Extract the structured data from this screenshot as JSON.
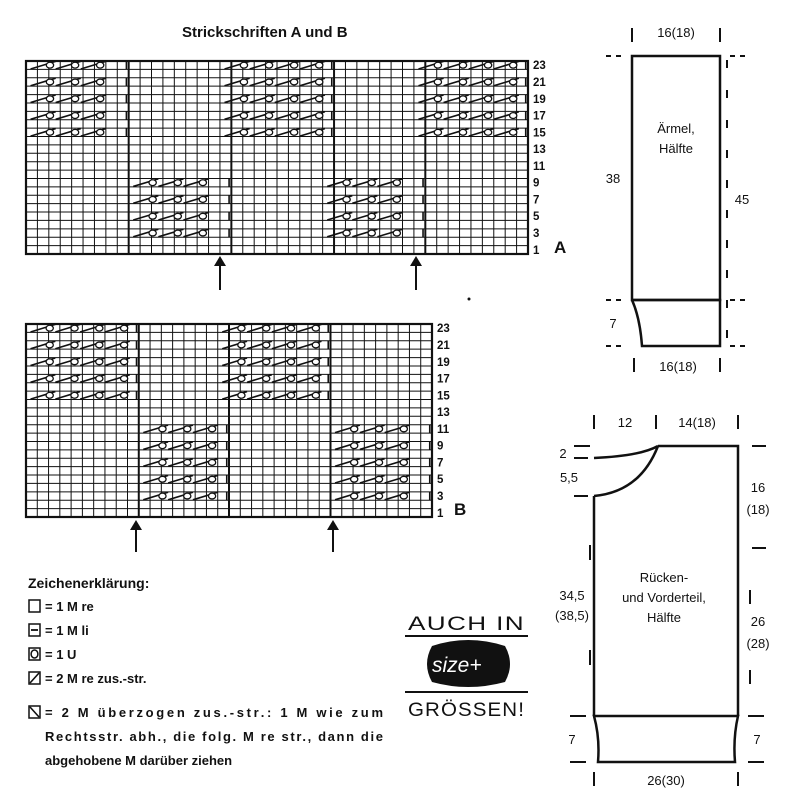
{
  "title": "Strickschriften A und B",
  "chart_a": {
    "label": "A",
    "row_numbers": [
      "23",
      "21",
      "19",
      "17",
      "15",
      "13",
      "11",
      "9",
      "7",
      "5",
      "3",
      "1"
    ]
  },
  "chart_b": {
    "label": "B",
    "row_numbers": [
      "23",
      "21",
      "19",
      "17",
      "15",
      "13",
      "11",
      "9",
      "7",
      "5",
      "3",
      "1"
    ]
  },
  "legend": {
    "title": "Zeichenerklärung:",
    "items": [
      {
        "symbol": "knit",
        "text": "= 1 M re"
      },
      {
        "symbol": "purl",
        "text": "= 1 M li"
      },
      {
        "symbol": "yarn-over",
        "text": "= 1 U"
      },
      {
        "symbol": "k2tog",
        "text": "= 2 M re zus.-str."
      },
      {
        "symbol": "ssk",
        "text": "= 2 M überzogen zus.-str.: 1 M wie zum"
      },
      {
        "symbol": "",
        "text": "Rechtsstr. abh., die folg. M re str., dann die"
      },
      {
        "symbol": "",
        "text": "abgehobene M darüber ziehen"
      }
    ]
  },
  "logo": {
    "line1": "AUCH IN",
    "badge": "size+",
    "line2": "GRÖSSEN!"
  },
  "sleeve": {
    "top_width": "16(18)",
    "label_line1": "Ärmel,",
    "label_line2": "Hälfte",
    "left_height": "38",
    "right_height": "45",
    "cuff_height": "7",
    "bottom_width": "16(18)"
  },
  "body": {
    "neck_width": "12",
    "shoulder_width": "14(18)",
    "neck_back_depth": "2",
    "neck_front_depth": "5,5",
    "armhole_depth_line1": "16",
    "armhole_depth_line2": "(18)",
    "side_height_line1": "34,5",
    "side_height_line2": "(38,5)",
    "label_line1": "Rücken-",
    "label_line2": "und Vorderteil,",
    "label_line3": "Hälfte",
    "right_height_line1": "26",
    "right_height_line2": "(28)",
    "rib_left": "7",
    "rib_right": "7",
    "bottom_width": "26(30)"
  }
}
